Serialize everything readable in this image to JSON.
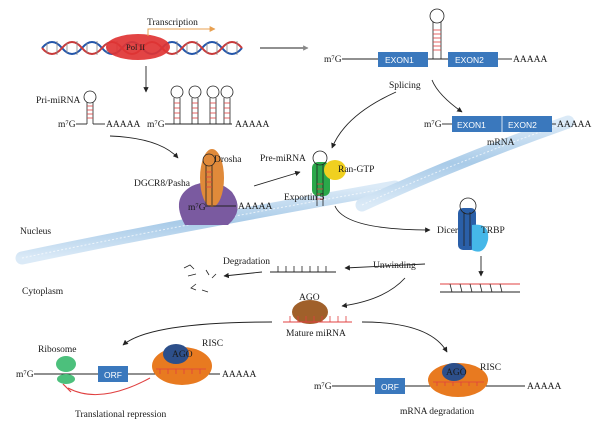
{
  "labels": {
    "transcription": "Transcription",
    "pol2": "Pol II",
    "pri_mirna": "Pri-miRNA",
    "m7g": "m⁷G",
    "aaaaa": "AAAAA",
    "exon1": "EXON1",
    "exon2": "EXON2",
    "splicing": "Splicing",
    "mrna": "mRNA",
    "drosha": "Drosha",
    "dgcr8": "DGCR8/Pasha",
    "pre_mirna": "Pre-miRNA",
    "ran_gtp": "Ran-GTP",
    "exportin5": "Exportin 5",
    "nucleus": "Nucleus",
    "cytoplasm": "Cytoplasm",
    "dicer": "Dicer",
    "trbp": "TRBP",
    "degradation": "Degradation",
    "unwinding": "Unwinding",
    "ago": "AGO",
    "mature_mirna": "Mature miRNA",
    "ribosome": "Ribosome",
    "orf": "ORF",
    "risc": "RISC",
    "translational_repression": "Translational repression",
    "mrna_degradation": "mRNA degradation"
  },
  "colors": {
    "exon_box": "#3a78bd",
    "pol2": "#e03434",
    "drosha": "#e08a3a",
    "dgcr8": "#7a5aa0",
    "exportin": "#2aa84a",
    "ran_gtp": "#f0d020",
    "dicer": "#2a5fa8",
    "trbp": "#45b7e8",
    "ago_brown": "#a0602a",
    "risc_orange": "#e87a20",
    "ago_blue": "#2d4f8a",
    "ribosome": "#4cc07c",
    "membrane": "#b9d7ee",
    "rna_red": "#e04040"
  }
}
